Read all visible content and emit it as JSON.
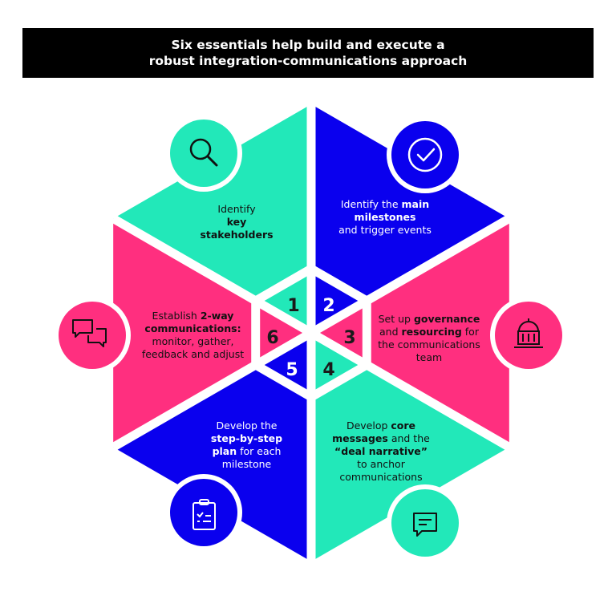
{
  "title": {
    "line1": "Six essentials help build and execute a",
    "line2": "robust integration-communications approach"
  },
  "colors": {
    "green": "#22e8b9",
    "blue": "#0a00ee",
    "pink": "#ff2f7f",
    "dark": "#1a1a1a"
  },
  "steps": [
    {
      "number": "1",
      "icon": "search-icon",
      "t1": "Identify",
      "b1": "key",
      "b2": "stakeholders"
    },
    {
      "number": "2",
      "icon": "check-circle-icon",
      "t1": "Identify the ",
      "b1": "main",
      "b2": "milestones",
      "t2": "and trigger events"
    },
    {
      "number": "3",
      "icon": "building-icon",
      "t1": "Set up ",
      "b1": "governance",
      "t2": "and ",
      "b2": "resourcing",
      "t3": " for",
      "t4": "the communications",
      "t5": "team"
    },
    {
      "number": "4",
      "icon": "message-icon",
      "t1": "Develop ",
      "b1": "core",
      "b2": "messages",
      "t2": " and the",
      "b3": "“deal narrative”",
      "t3": "to anchor",
      "t4": "communications"
    },
    {
      "number": "5",
      "icon": "clipboard-icon",
      "t1": "Develop the",
      "b1": "step-by-step",
      "b2": "plan",
      "t2": " for each",
      "t3": "milestone"
    },
    {
      "number": "6",
      "icon": "chat-bubbles-icon",
      "t1": "Establish ",
      "b1": "2-way",
      "b2": "communications:",
      "t2": "monitor, gather,",
      "t3": "feedback and adjust"
    }
  ]
}
